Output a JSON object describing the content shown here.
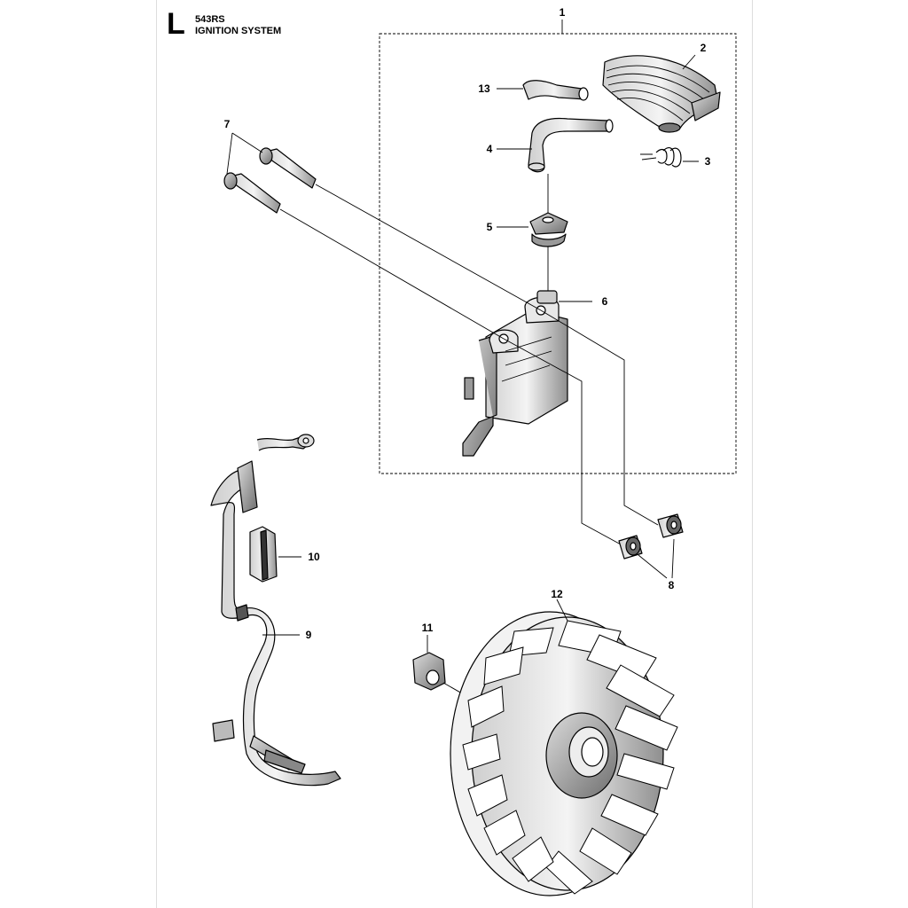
{
  "header": {
    "section_letter": "L",
    "model": "543RS",
    "title": "IGNITION SYSTEM"
  },
  "callouts": [
    "1",
    "2",
    "3",
    "4",
    "5",
    "6",
    "7",
    "8",
    "9",
    "10",
    "11",
    "12",
    "13"
  ],
  "parts": [
    {
      "id": "1",
      "icon": "ignition-module-assembly"
    },
    {
      "id": "2",
      "icon": "spark-plug-cap-cover"
    },
    {
      "id": "3",
      "icon": "spring"
    },
    {
      "id": "4",
      "icon": "ignition-lead-boot"
    },
    {
      "id": "5",
      "icon": "plug-cap-spring-clip"
    },
    {
      "id": "6",
      "icon": "ignition-module"
    },
    {
      "id": "7",
      "icon": "screw"
    },
    {
      "id": "8",
      "icon": "spacer-sleeve"
    },
    {
      "id": "9",
      "icon": "cable-harness"
    },
    {
      "id": "10",
      "icon": "cable-clip"
    },
    {
      "id": "11",
      "icon": "flywheel-nut"
    },
    {
      "id": "12",
      "icon": "flywheel"
    },
    {
      "id": "13",
      "icon": "rubber-tube"
    }
  ],
  "colors": {
    "line": "#000000",
    "fill": "#ffffff",
    "shade": "#9a9a9a",
    "dark": "#4a4a4a"
  }
}
